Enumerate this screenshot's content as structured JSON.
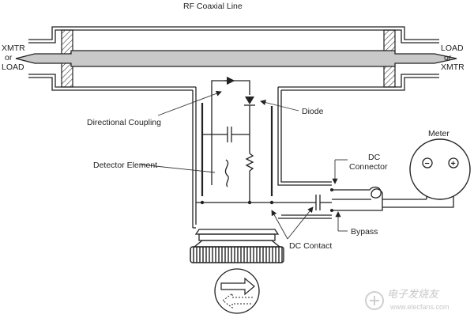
{
  "labels": {
    "title": "RF Coaxial Line",
    "left_line1": "XMTR",
    "left_line2": "or",
    "left_line3": "LOAD",
    "right_line1": "LOAD",
    "right_line2": "or",
    "right_line3": "XMTR",
    "directional_coupling": "Directional Coupling",
    "diode": "Diode",
    "detector_element": "Detector Element",
    "meter": "Meter",
    "dc_connector_1": "DC",
    "dc_connector_2": "Connector",
    "bypass": "Bypass",
    "dc_contact": "DC Contact",
    "meter_minus": "−",
    "meter_plus": "+"
  },
  "watermark": {
    "text": "电子发烧友",
    "url": "www.elecfans.com"
  },
  "colors": {
    "line": "#222222",
    "coax_center": "#c9c9c9",
    "hatch": "#333333"
  }
}
